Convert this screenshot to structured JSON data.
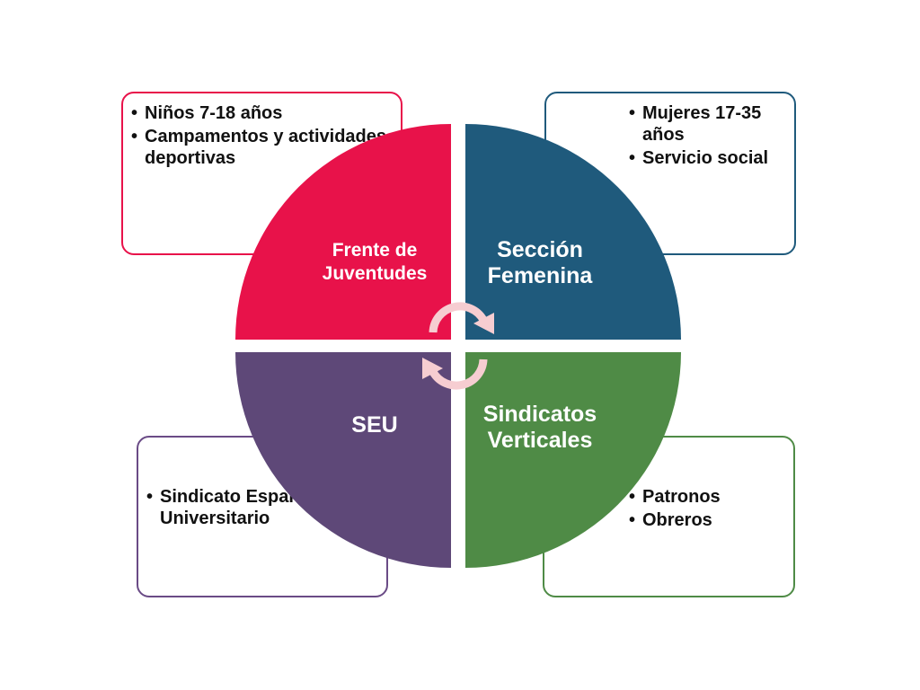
{
  "quadrants": {
    "top_left": {
      "label": "Frente de\nJuventudes",
      "color": "#e8124a"
    },
    "top_right": {
      "label": "Sección\nFemenina",
      "color": "#1f5a7c"
    },
    "bottom_left": {
      "label": "SEU",
      "color": "#5e4878"
    },
    "bottom_right": {
      "label": "Sindicatos\nVerticales",
      "color": "#4f8b46"
    }
  },
  "boxes": {
    "top_left": {
      "bullets": [
        "Niños 7-18 años",
        "Campamentos y actividades deportivas"
      ]
    },
    "top_right": {
      "bullets": [
        "Mujeres 17-35 años",
        "Servicio social"
      ]
    },
    "bottom_left": {
      "bullets": [
        "Sindicato Español Universitario"
      ]
    },
    "bottom_right": {
      "bullets": [
        "Patronos",
        "Obreros"
      ]
    }
  },
  "center_arrows": {
    "icon": "cycle-arrows-icon",
    "color": "#f6cdd1"
  }
}
